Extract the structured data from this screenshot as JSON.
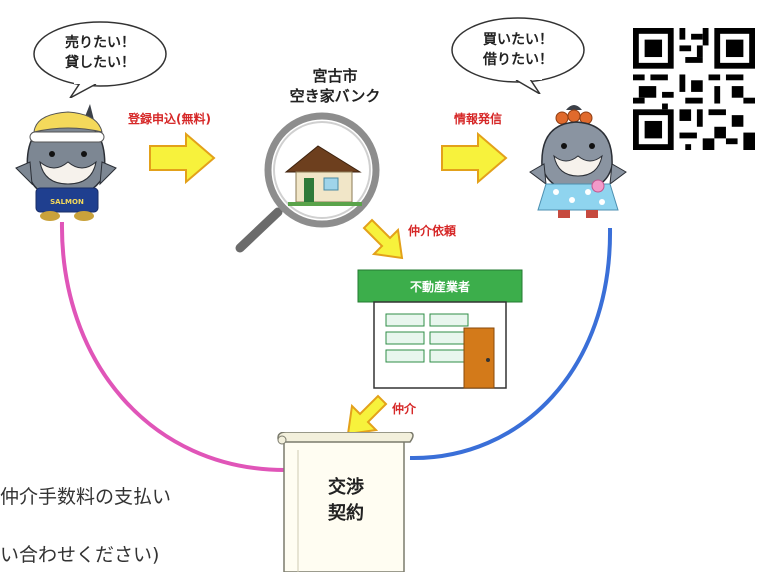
{
  "seller_bubble": {
    "line1": "売りたい！",
    "line2": "貸したい！"
  },
  "buyer_bubble": {
    "line1": "買いたい！",
    "line2": "借りたい！"
  },
  "bank": {
    "line1": "宮古市",
    "line2": "空き家バンク"
  },
  "labels": {
    "register": "登録申込(無料)",
    "info": "情報発信",
    "request": "仲介依頼",
    "broker": "仲介"
  },
  "realtor_sign": "不動産業者",
  "contract": {
    "line1": "交渉",
    "line2": "契約"
  },
  "bottom_text": {
    "line1": "仲介手数料の支払い",
    "line2": "い合わせください)"
  },
  "icons": {
    "seller": "salmon-mascot-seller",
    "buyer": "salmon-mascot-buyer",
    "magnifier": "magnifier-house-icon",
    "qr": "qr-code"
  },
  "colors": {
    "arrow_fill": "#f7f23c",
    "arrow_stroke": "#e3a11a",
    "arc_pink": "#e055b8",
    "arc_blue": "#3a6fd8",
    "label_red": "#d62828",
    "realtor_roof": "#3cae4b"
  }
}
